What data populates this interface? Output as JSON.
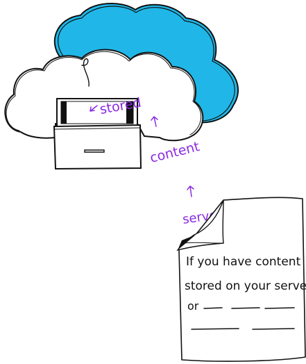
{
  "labels": {
    "stored": "stored",
    "content": "content",
    "server": "server"
  },
  "note": {
    "line1": "If you have content",
    "line2": "stored on your server",
    "line3_prefix": "or"
  },
  "colors": {
    "cloud_fill": "#20b7e8",
    "purple": "#8a2be2",
    "ink": "#111111"
  }
}
